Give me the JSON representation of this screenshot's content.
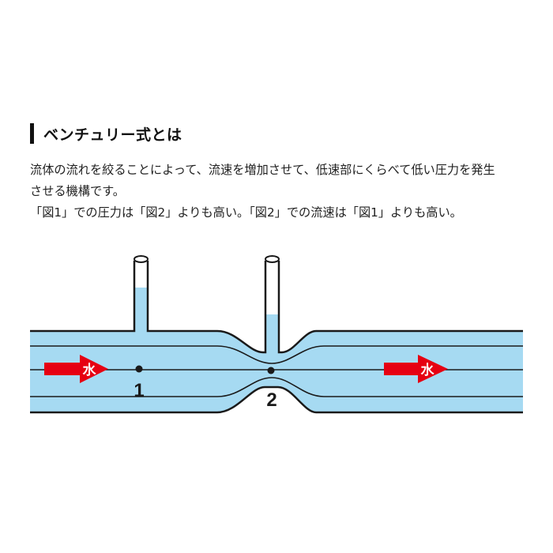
{
  "heading": {
    "title": "ベンチュリー式とは"
  },
  "description": {
    "lines": [
      "流体の流れを絞ることによって、流速を増加させて、低速部にくらべて低い圧力を発生",
      "させる機構です。",
      "「図1」での圧力は「図2」よりも高い。「図2」での流速は「図1」よりも高い。"
    ]
  },
  "diagram": {
    "flow_label_left": "水",
    "flow_label_right": "水",
    "point_1_label": "1",
    "point_2_label": "2",
    "colors": {
      "water": "#a6daf2",
      "outline": "#1a1a1a",
      "arrow": "#e60012",
      "arrow_text": "#ffffff"
    }
  }
}
